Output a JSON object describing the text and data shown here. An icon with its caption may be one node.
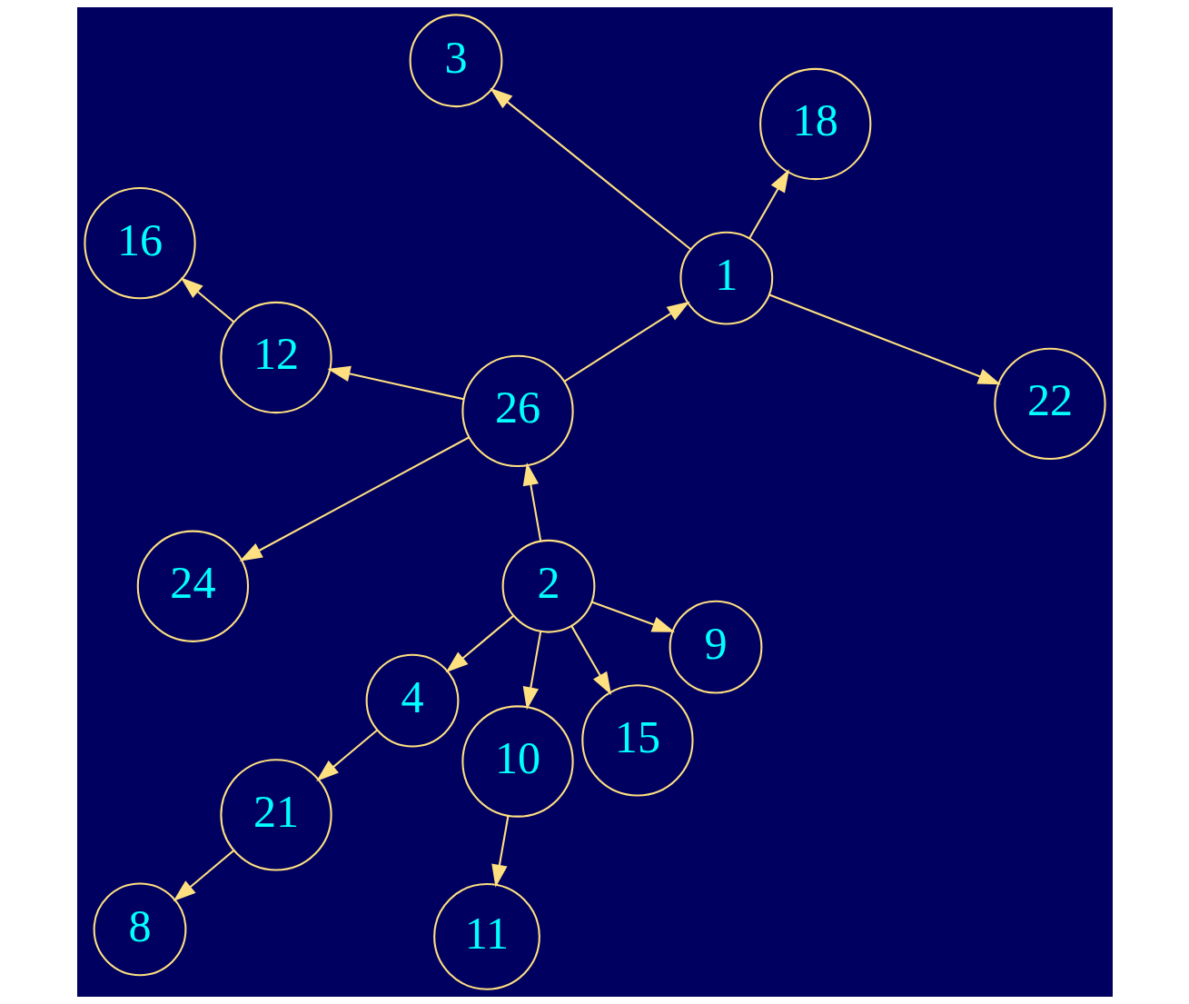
{
  "diagram": {
    "nodes": [
      {
        "text": [
          "22"
        ]
      },
      {
        "text": [
          "18"
        ]
      },
      {
        "text": [
          "3"
        ]
      },
      {
        "text": [
          "1"
        ]
      },
      {
        "text": [
          "16"
        ]
      },
      {
        "text": [
          "12"
        ]
      },
      {
        "text": [
          "8"
        ]
      },
      {
        "text": [
          "26"
        ]
      },
      {
        "text": [
          "21"
        ]
      },
      {
        "text": [
          "24"
        ]
      },
      {
        "text": [
          "4"
        ]
      },
      {
        "text": [
          "2"
        ]
      },
      {
        "text": [
          "10"
        ]
      },
      {
        "text": [
          "15"
        ]
      },
      {
        "text": [
          "11"
        ]
      },
      {
        "text": [
          "9"
        ]
      }
    ],
    "edges": [
      {
        "from": 11,
        "to": 7,
        "arrow": "to"
      },
      {
        "from": 7,
        "to": 3,
        "arrow": "to"
      },
      {
        "from": 3,
        "to": 0,
        "arrow": "to"
      },
      {
        "from": 3,
        "to": 1,
        "arrow": "to"
      },
      {
        "from": 3,
        "to": 2,
        "arrow": "to"
      },
      {
        "from": 7,
        "to": 5,
        "arrow": "to"
      },
      {
        "from": 5,
        "to": 4,
        "arrow": "to"
      },
      {
        "from": 7,
        "to": 9,
        "arrow": "to"
      },
      {
        "from": 11,
        "to": 10,
        "arrow": "to"
      },
      {
        "from": 10,
        "to": 8,
        "arrow": "to"
      },
      {
        "from": 8,
        "to": 6,
        "arrow": "to"
      },
      {
        "from": 11,
        "to": 12,
        "arrow": "to"
      },
      {
        "from": 12,
        "to": 14,
        "arrow": "to"
      },
      {
        "from": 11,
        "to": 15,
        "arrow": "to"
      },
      {
        "from": 11,
        "to": 13,
        "arrow": "to"
      }
    ]
  }
}
